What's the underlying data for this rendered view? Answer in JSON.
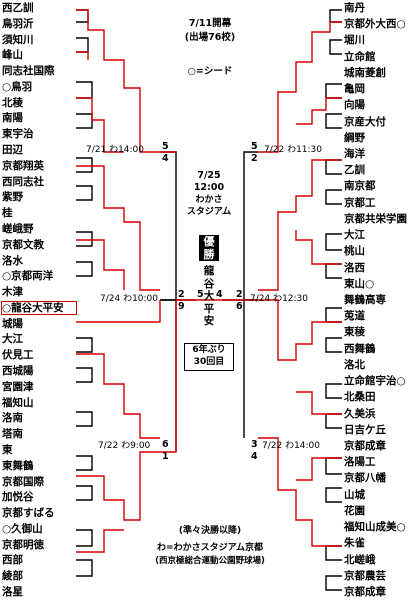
{
  "header": {
    "date_title": "7/11開幕",
    "teams_note": "(出場76校)",
    "seed_legend": "○=シード"
  },
  "final": {
    "date": "7/25",
    "time": "12:00",
    "venue_line1": "わかさ",
    "venue_line2": "スタジアム",
    "champ_label_1": "優",
    "champ_label_2": "勝",
    "champion_chars": [
      "龍",
      "谷",
      "大",
      "平",
      "安"
    ],
    "champion_score_left": "5",
    "champion_score_right": "4",
    "years_note_1": "6年ぶり",
    "years_note_2": "30回目"
  },
  "left_teams": [
    "西乙訓",
    "鳥羽沂",
    "須知川",
    "峰山",
    "同志社国際",
    "○鳥羽",
    "北稜",
    "南陽",
    "東宇治",
    "田辺",
    "京都翔英",
    "西同志社",
    "紫野",
    "桂",
    "嵯峨野",
    "京都文教",
    "洛水",
    "○京都両洋",
    "木津",
    "○龍谷大平安",
    "城陽",
    "大江",
    "伏見工",
    "西城陽",
    "宮園津",
    "福知山",
    "洛南",
    "塔南",
    "東",
    "東舞鶴",
    "京都国際",
    "加悦谷",
    "京都すばる",
    "○久御山",
    "京都明徳",
    "西部",
    "綾部",
    "洛星"
  ],
  "right_teams": [
    "南丹",
    "京都外大西○",
    "堀川",
    "立命館",
    "城南菱創",
    "亀岡",
    "向陽",
    "京産大付",
    "綱野",
    "海洋",
    "乙訓",
    "南京都",
    "京都工",
    "京都共栄学園",
    "大江",
    "桃山",
    "洛西",
    "東山○",
    "舞鶴高専",
    "莵道",
    "東稜",
    "西舞鶴",
    "洛北",
    "立命館宇治○",
    "北桑田",
    "久美浜",
    "日吉ケ丘",
    "京都成章",
    "洛陽工",
    "京都八幡",
    "山城",
    "花園",
    "福知山成美○",
    "朱雀",
    "北嵯峨",
    "京都農芸",
    "京都成章"
  ],
  "semis": {
    "tl": "7/21 わ14:00",
    "tr": "7/22 わ11:30",
    "ml": "7/24 わ10:00",
    "mr": "7/24 わ12:30",
    "bl": "7/22 わ9:00",
    "br": "7/22 わ14:00"
  },
  "scores": {
    "tl_a": "5",
    "tl_b": "4",
    "tr_a": "5",
    "tr_b": "2",
    "ml_a": "2",
    "ml_b": "9",
    "mr_a": "2",
    "mr_b": "6",
    "bl_a": "6",
    "bl_b": "1",
    "br_a": "3",
    "br_b": "4"
  },
  "footer": {
    "line1": "(準々決勝以降)",
    "line2": "わ=わかさスタジアム京都",
    "line3": "(西京極総合運動公園野球場)"
  },
  "colors": {
    "win_line": "#d40000",
    "lose_line": "#000000"
  }
}
